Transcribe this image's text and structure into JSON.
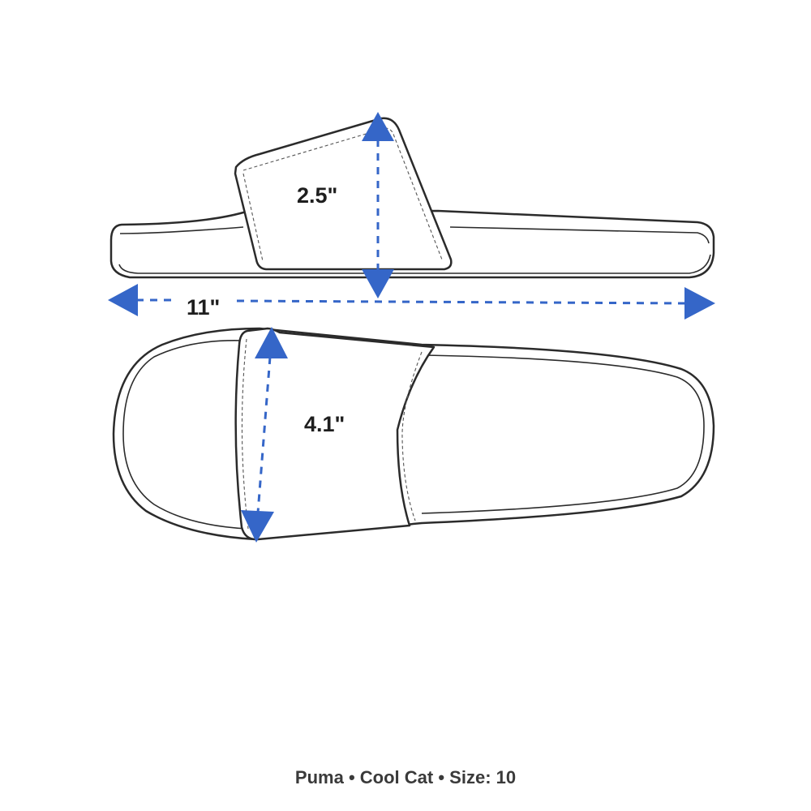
{
  "dimensions": {
    "strap_height": "2.5\"",
    "length": "11\"",
    "strap_width": "4.1\""
  },
  "caption": {
    "brand": "Puma",
    "model": "Cool Cat",
    "size": "Size: 10",
    "separator": "•"
  },
  "colors": {
    "arrow": "#3566c8",
    "outline": "#2b2b2b",
    "label": "#1e1e1e"
  }
}
